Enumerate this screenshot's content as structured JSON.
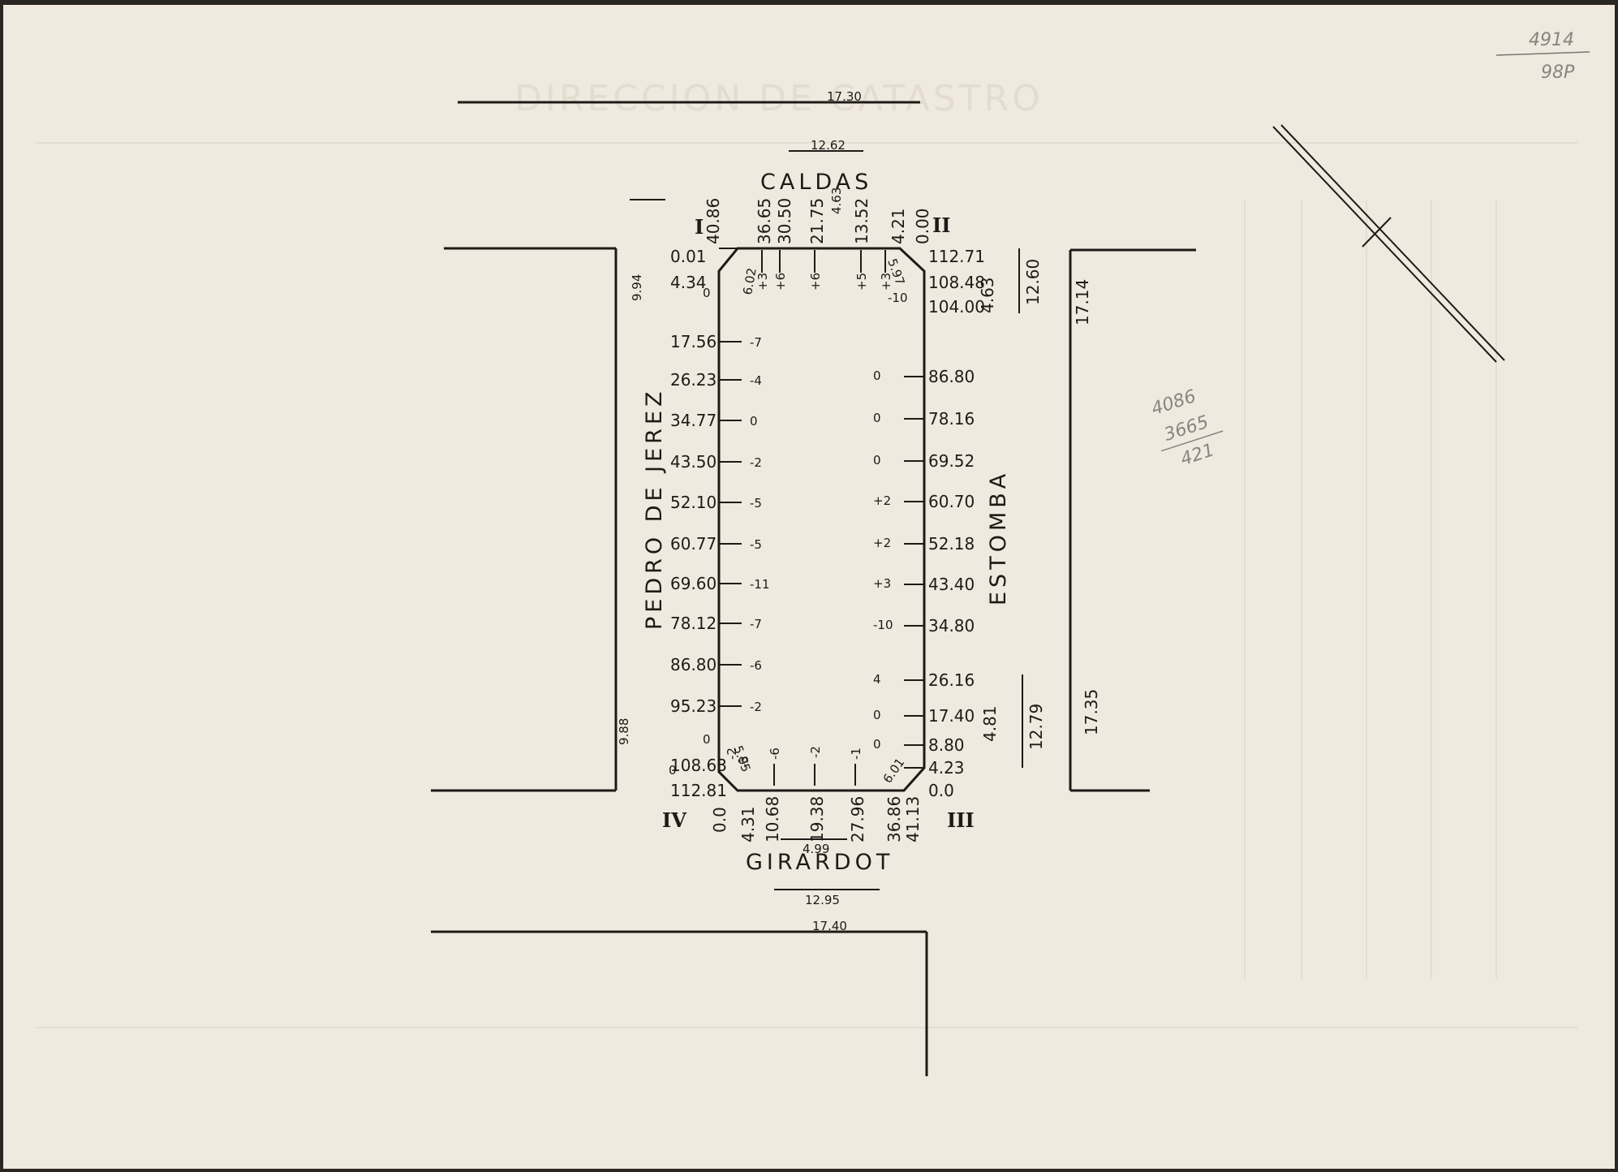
{
  "stamp": "DIRECCION DE CATASTRO",
  "corner_note": {
    "top": "4914",
    "bottom": "98P"
  },
  "pencil_note": [
    "4086",
    "3665",
    "421"
  ],
  "streets": {
    "north": "CALDAS",
    "south": "GIRARDOT",
    "west": "PEDRO DE JEREZ",
    "east": "ESTOMBA"
  },
  "corners": {
    "nw": "I",
    "ne": "II",
    "se": "III",
    "sw": "IV"
  },
  "street_widths": {
    "north_outer": "17.30",
    "north_inner": "12.62",
    "south_outer": "17.40",
    "south_inner": "12.95",
    "south_mid": "4.99",
    "west_upper": "9.94",
    "west_lower": "9.88",
    "east_upper_a": "4.63",
    "east_upper_b": "12.60",
    "east_upper_c": "17.14",
    "east_lower_a": "4.81",
    "east_lower_b": "12.79",
    "east_lower_c": "17.35"
  },
  "west_side": {
    "distances": [
      "0.01",
      "4.34",
      "17.56",
      "26.23",
      "34.77",
      "43.50",
      "52.10",
      "60.77",
      "69.60",
      "78.12",
      "86.80",
      "95.23",
      "108.63",
      "112.81"
    ],
    "levels": [
      "-7",
      "-4",
      "0",
      "-2",
      "-5",
      "-5",
      "-11",
      "-7",
      "-6",
      "-2"
    ],
    "extra": [
      "0",
      "0",
      "0"
    ]
  },
  "east_side": {
    "distances": [
      "112.71",
      "108.48",
      "104.00",
      "86.80",
      "78.16",
      "69.52",
      "60.70",
      "52.18",
      "43.40",
      "34.80",
      "26.16",
      "17.40",
      "8.80",
      "4.23",
      "0.0"
    ],
    "levels": [
      "-10",
      "0",
      "0",
      "0",
      "+2",
      "+2",
      "+3",
      "-10",
      "4",
      "0",
      "0"
    ]
  },
  "north_side": {
    "distances": [
      "40.86",
      "36.65",
      "30.50",
      "21.75",
      "13.52",
      "4.21",
      "0.00"
    ],
    "levels": [
      "+3",
      "+6",
      "+6",
      "+5",
      "+3"
    ],
    "small": "4.63"
  },
  "south_side": {
    "distances": [
      "0.0",
      "4.31",
      "10.68",
      "19.38",
      "27.96",
      "36.86",
      "41.13"
    ],
    "levels": [
      "-6",
      "-2",
      "-1",
      "-3",
      "-2"
    ]
  },
  "chamfers": {
    "nw": "6.02",
    "ne": "5.97",
    "sw": "5.95",
    "se": "6.01"
  }
}
